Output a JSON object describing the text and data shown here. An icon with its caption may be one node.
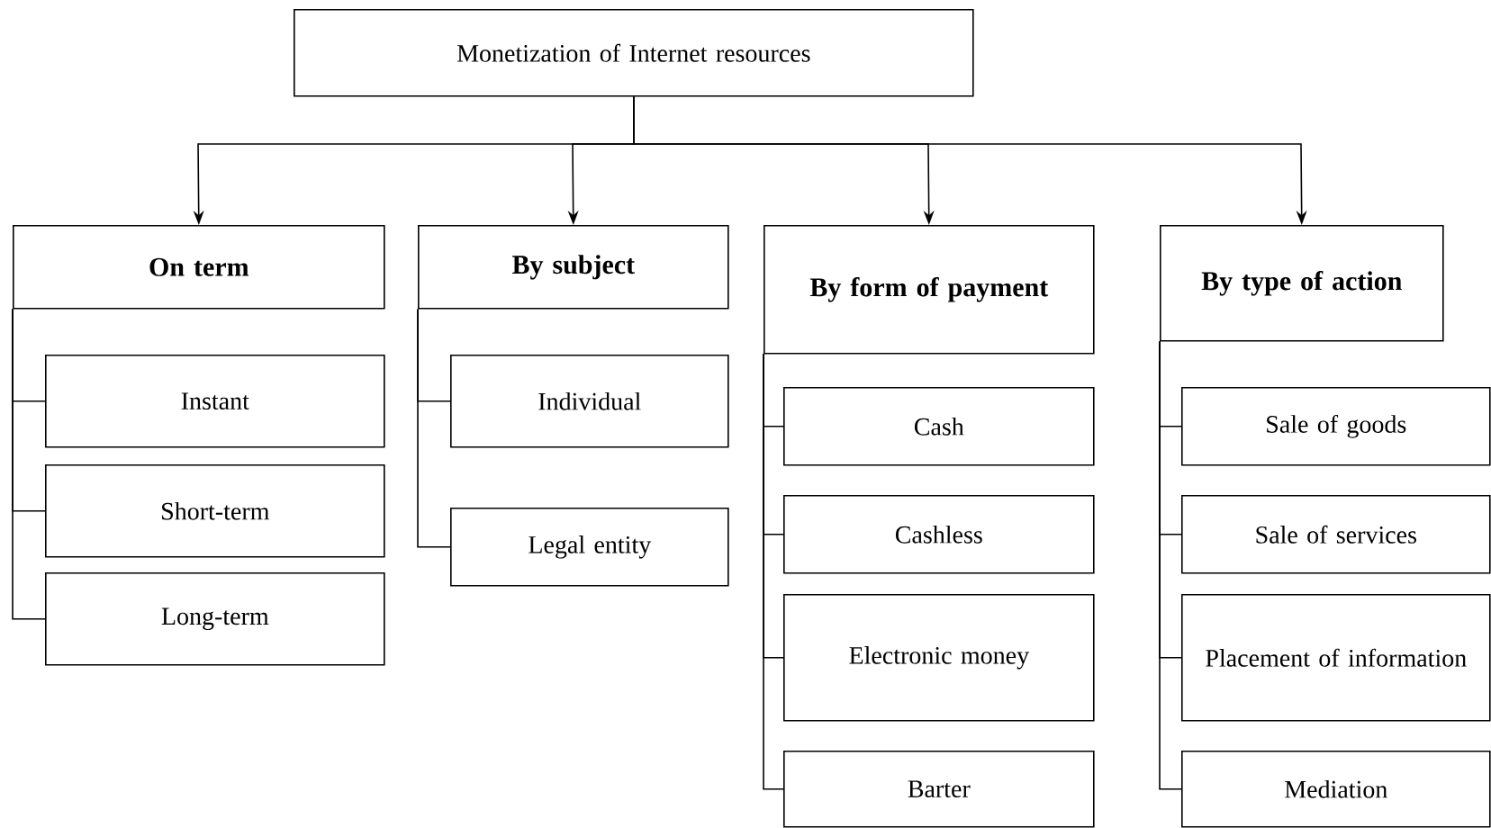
{
  "diagram": {
    "nodes": [
      {
        "text": [
          "Monetization of Internet resources"
        ]
      },
      {
        "text": [
          "On term"
        ]
      },
      {
        "text": [
          "By subject"
        ]
      },
      {
        "text": [
          "By form of payment"
        ]
      },
      {
        "text": [
          "By type of action"
        ]
      },
      {
        "text": [
          "Instant"
        ]
      },
      {
        "text": [
          "Short-term"
        ]
      },
      {
        "text": [
          "Long-term"
        ]
      },
      {
        "text": [
          "Individual"
        ]
      },
      {
        "text": [
          "Legal entity"
        ]
      },
      {
        "text": [
          "Cash"
        ]
      },
      {
        "text": [
          "Cashless"
        ]
      },
      {
        "text": [
          "Electronic money"
        ]
      },
      {
        "text": [
          "Barter"
        ]
      },
      {
        "text": [
          "Sale of goods"
        ]
      },
      {
        "text": [
          "Sale of services"
        ]
      },
      {
        "text": [
          "Placement of information"
        ]
      },
      {
        "text": [
          "Mediation"
        ]
      }
    ],
    "edges": [
      {
        "from": 0,
        "to": 1,
        "arrow": "to"
      },
      {
        "from": 0,
        "to": 2,
        "arrow": "to"
      },
      {
        "from": 0,
        "to": 3,
        "arrow": "to"
      },
      {
        "from": 0,
        "to": 4,
        "arrow": "to"
      },
      {
        "from": 1,
        "to": 5,
        "arrow": "none"
      },
      {
        "from": 1,
        "to": 6,
        "arrow": "none"
      },
      {
        "from": 1,
        "to": 7,
        "arrow": "none"
      },
      {
        "from": 2,
        "to": 8,
        "arrow": "none"
      },
      {
        "from": 2,
        "to": 9,
        "arrow": "none"
      },
      {
        "from": 3,
        "to": 10,
        "arrow": "none"
      },
      {
        "from": 3,
        "to": 11,
        "arrow": "none"
      },
      {
        "from": 3,
        "to": 12,
        "arrow": "none"
      },
      {
        "from": 3,
        "to": 13,
        "arrow": "none"
      },
      {
        "from": 4,
        "to": 14,
        "arrow": "none"
      },
      {
        "from": 4,
        "to": 15,
        "arrow": "none"
      },
      {
        "from": 4,
        "to": 16,
        "arrow": "none"
      },
      {
        "from": 4,
        "to": 17,
        "arrow": "none"
      }
    ]
  }
}
